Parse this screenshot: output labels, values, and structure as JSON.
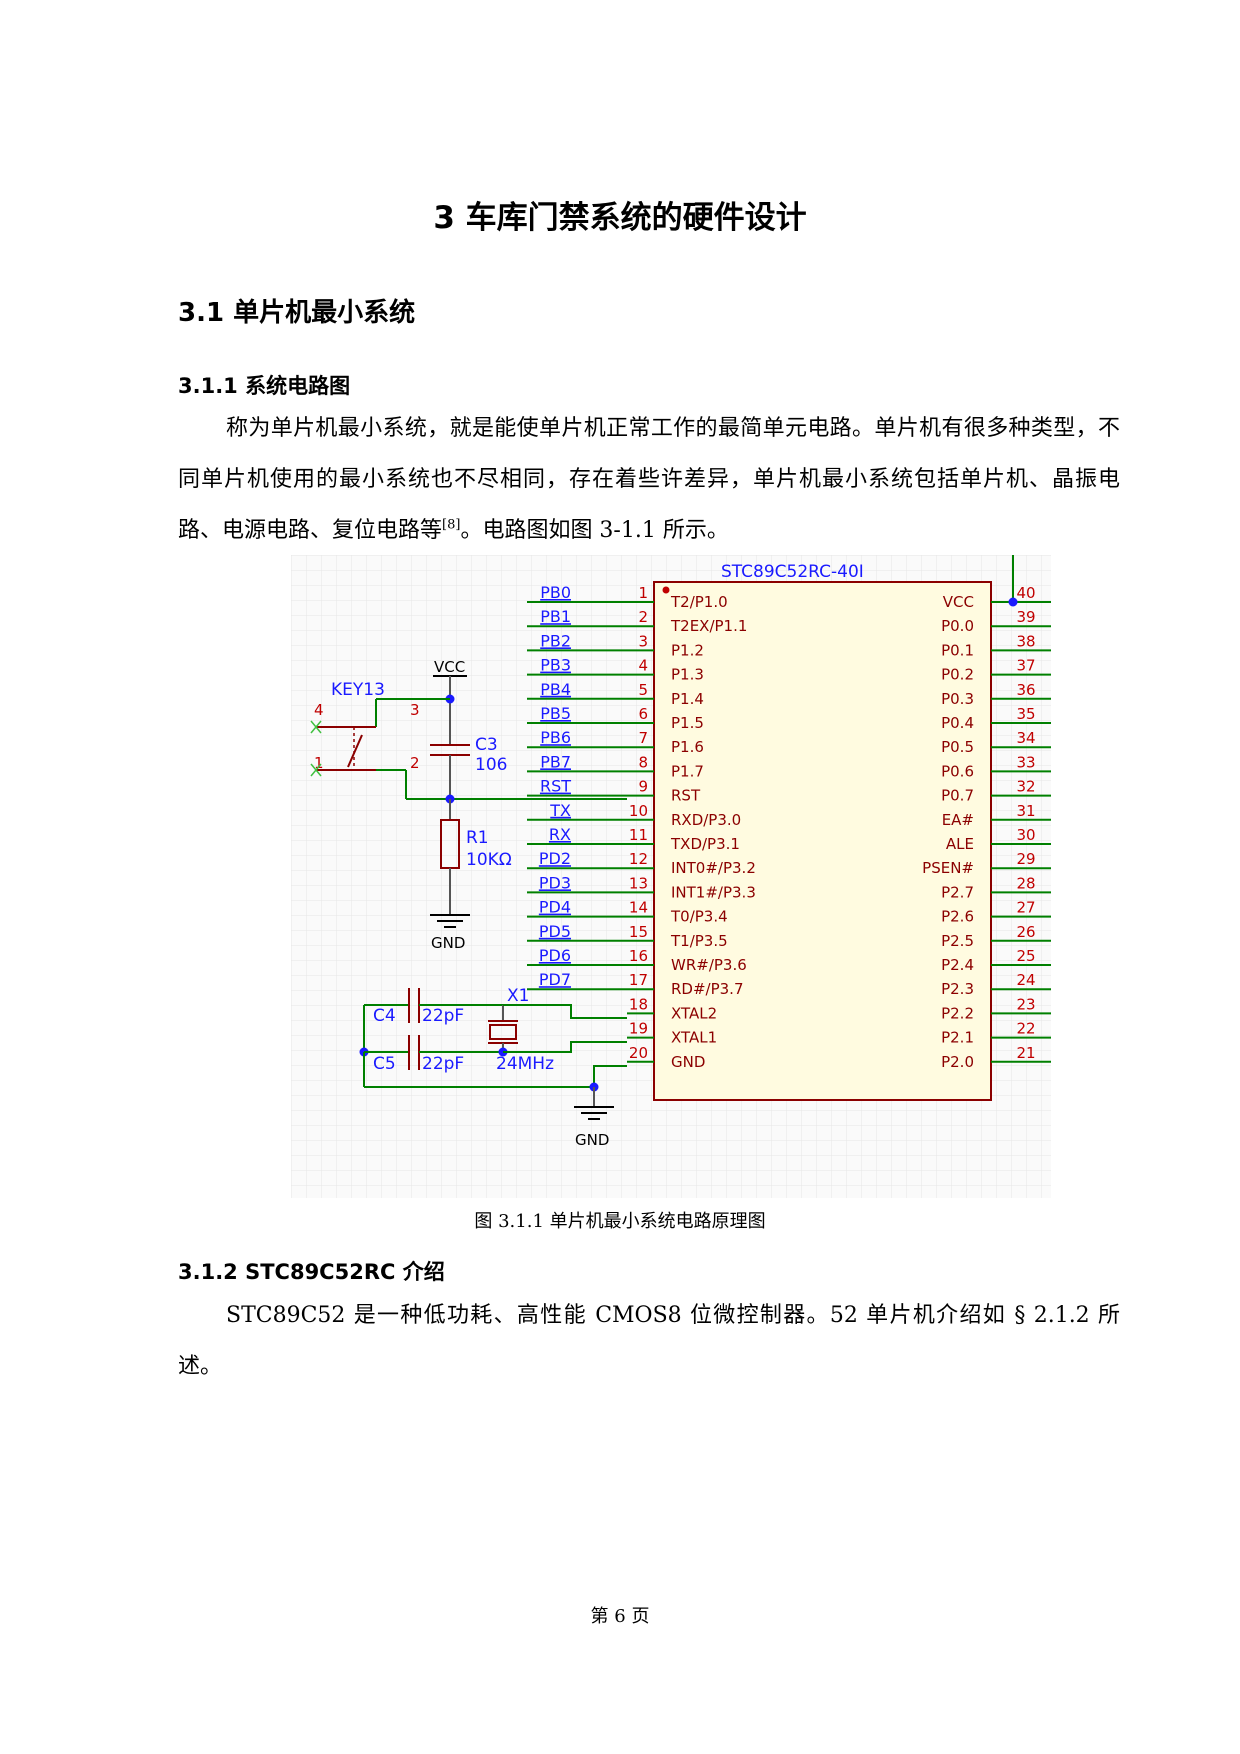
{
  "chapter_title": "3  车库门禁系统的硬件设计",
  "section_title": "3.1  单片机最小系统",
  "subsection1_title": "3.1.1 系统电路图",
  "paragraph1_part1": "称为单片机最小系统，就是能使单片机正常工作的最简单元电路。单片机有很多种类型，不同单片机使用的最小系统也不尽相同，存在着些许差异，单片机最小系统包括单片机、晶振电路、电源电路、复位电路等",
  "paragraph1_ref": "[8]",
  "paragraph1_part2": "。电路图如图 3-1.1 所示。",
  "figure": {
    "chip_name": "STC89C52RC-40I",
    "left_pins": [
      {
        "num": "1",
        "name": "T2/P1.0",
        "net": "PB0"
      },
      {
        "num": "2",
        "name": "T2EX/P1.1",
        "net": "PB1"
      },
      {
        "num": "3",
        "name": "P1.2",
        "net": "PB2"
      },
      {
        "num": "4",
        "name": "P1.3",
        "net": "PB3"
      },
      {
        "num": "5",
        "name": "P1.4",
        "net": "PB4"
      },
      {
        "num": "6",
        "name": "P1.5",
        "net": "PB5"
      },
      {
        "num": "7",
        "name": "P1.6",
        "net": "PB6"
      },
      {
        "num": "8",
        "name": "P1.7",
        "net": "PB7"
      },
      {
        "num": "9",
        "name": "RST",
        "net": "RST"
      },
      {
        "num": "10",
        "name": "RXD/P3.0",
        "net": "TX"
      },
      {
        "num": "11",
        "name": "TXD/P3.1",
        "net": "RX"
      },
      {
        "num": "12",
        "name": "INT0#/P3.2",
        "net": "PD2"
      },
      {
        "num": "13",
        "name": "INT1#/P3.3",
        "net": "PD3"
      },
      {
        "num": "14",
        "name": "T0/P3.4",
        "net": "PD4"
      },
      {
        "num": "15",
        "name": "T1/P3.5",
        "net": "PD5"
      },
      {
        "num": "16",
        "name": "WR#/P3.6",
        "net": "PD6"
      },
      {
        "num": "17",
        "name": "RD#/P3.7",
        "net": "PD7"
      },
      {
        "num": "18",
        "name": "XTAL2",
        "net": ""
      },
      {
        "num": "19",
        "name": "XTAL1",
        "net": ""
      },
      {
        "num": "20",
        "name": "GND",
        "net": ""
      }
    ],
    "right_pins": [
      {
        "num": "40",
        "name": "VCC"
      },
      {
        "num": "39",
        "name": "P0.0"
      },
      {
        "num": "38",
        "name": "P0.1"
      },
      {
        "num": "37",
        "name": "P0.2"
      },
      {
        "num": "36",
        "name": "P0.3"
      },
      {
        "num": "35",
        "name": "P0.4"
      },
      {
        "num": "34",
        "name": "P0.5"
      },
      {
        "num": "33",
        "name": "P0.6"
      },
      {
        "num": "32",
        "name": "P0.7"
      },
      {
        "num": "31",
        "name": "EA#"
      },
      {
        "num": "30",
        "name": "ALE"
      },
      {
        "num": "29",
        "name": "PSEN#"
      },
      {
        "num": "28",
        "name": "P2.7"
      },
      {
        "num": "27",
        "name": "P2.6"
      },
      {
        "num": "26",
        "name": "P2.5"
      },
      {
        "num": "25",
        "name": "P2.4"
      },
      {
        "num": "24",
        "name": "P2.3"
      },
      {
        "num": "23",
        "name": "P2.2"
      },
      {
        "num": "22",
        "name": "P2.1"
      },
      {
        "num": "21",
        "name": "P2.0"
      }
    ],
    "vcc_label": "VCC",
    "gnd_label": "GND",
    "key_name": "KEY13",
    "key_pins": [
      "4",
      "3",
      "1",
      "2"
    ],
    "c3_name": "C3",
    "c3_value": "106",
    "r1_name": "R1",
    "r1_value": "10KΩ",
    "c4_name": "C4",
    "c4_value": "22pF",
    "c5_name": "C5",
    "c5_value": "22pF",
    "x1_name": "X1",
    "x1_value": "24MHz",
    "caption": "图 3.1.1 单片机最小系统电路原理图"
  },
  "subsection2_title": "3.1.2 STC89C52RC 介绍",
  "paragraph2": "STC89C52 是一种低功耗、高性能 CMOS8 位微控制器。52 单片机介绍如 § 2.1.2 所述。",
  "page_number": "第 6 页"
}
